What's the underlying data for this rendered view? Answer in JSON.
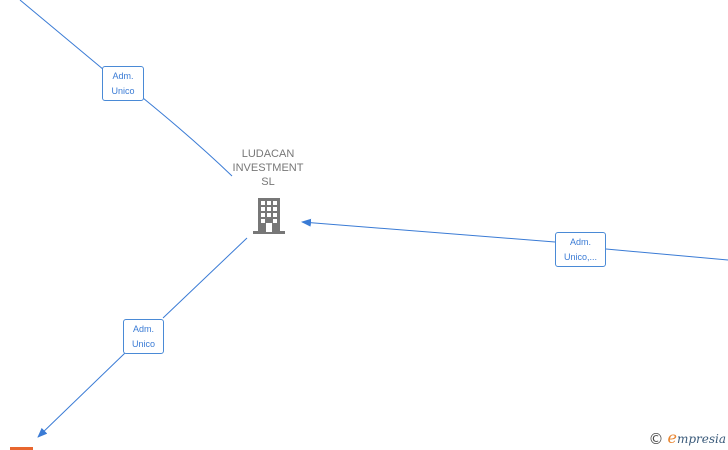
{
  "company": {
    "name_lines": [
      "LUDACAN",
      "INVESTMENT",
      "SL"
    ],
    "icon": "building-icon"
  },
  "roles": {
    "top_left": [
      "Adm.",
      "Unico"
    ],
    "right": [
      "Adm.",
      "Unico,..."
    ],
    "bottom_left": [
      "Adm.",
      "Unico"
    ]
  },
  "watermark": {
    "copyright_symbol": "©",
    "brand_initial": "e",
    "brand_rest": "mpresia"
  },
  "colors": {
    "edge": "#3a7bd5",
    "company_text": "#777777",
    "node_accent": "#e8662e",
    "brand_accent": "#e8842e"
  }
}
